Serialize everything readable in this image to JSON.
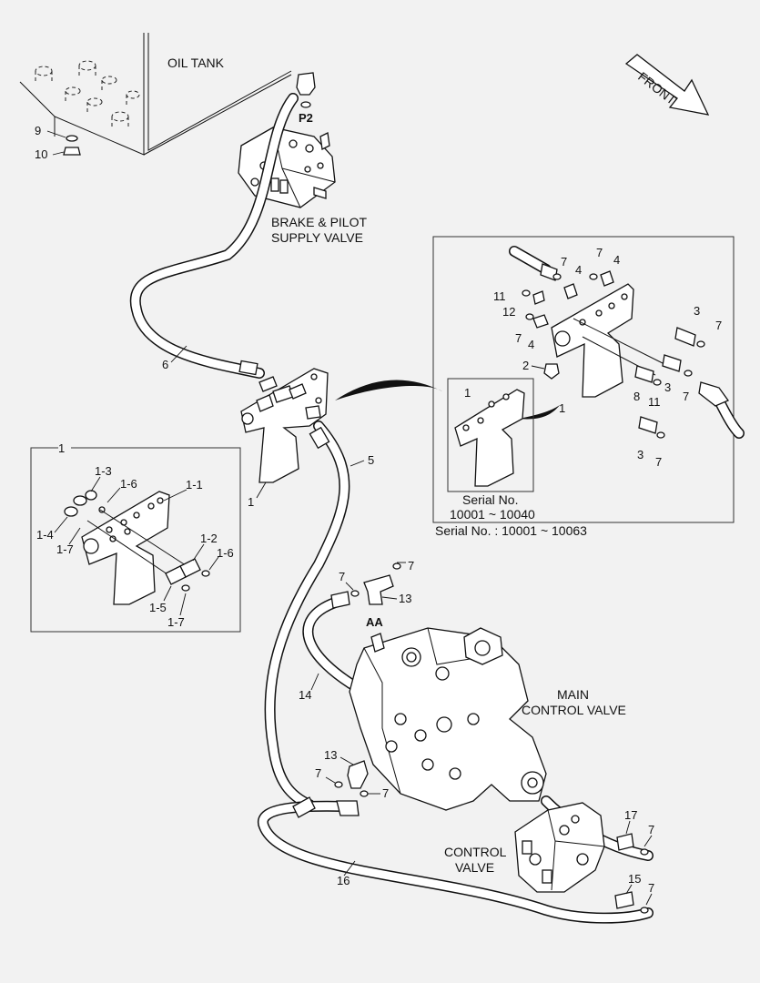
{
  "captions": {
    "oil_tank": "OIL TANK",
    "brake_pilot_1": "BRAKE & PILOT",
    "brake_pilot_2": "SUPPLY VALVE",
    "main_control_1": "MAIN",
    "main_control_2": "CONTROL VALVE",
    "control_1": "CONTROL",
    "control_2": "VALVE",
    "front": "FRONT",
    "serial_inset_1": "Serial No.",
    "serial_inset_2": "10001 ~ 10040",
    "serial_range": "Serial No. : 10001 ~ 10063",
    "port_p2": "P2",
    "port_aa": "AA"
  },
  "callouts": {
    "c9": "9",
    "c10": "10",
    "c6": "6",
    "c1_main": "1",
    "c5": "5",
    "c1_inset_head": "1",
    "c1_3": "1-3",
    "c1_6a": "1-6",
    "c1_1": "1-1",
    "c1_4": "1-4",
    "c1_7a": "1-7",
    "c1_2": "1-2",
    "c1_6b": "1-6",
    "c1_5": "1-5",
    "c1_7b": "1-7",
    "r7a": "7",
    "r7b": "7",
    "r4a": "4",
    "r4b": "4",
    "r11a": "11",
    "r12": "12",
    "r7c": "7",
    "r4c": "4",
    "r3a": "3",
    "r7d": "7",
    "r2": "2",
    "r8": "8",
    "r11b": "11",
    "r3b": "3",
    "r7e": "7",
    "r1a": "1",
    "r1b": "1",
    "r3c": "3",
    "r7f": "7",
    "m7a": "7",
    "m7b": "7",
    "m13a": "13",
    "m14": "14",
    "m13b": "13",
    "m7c": "7",
    "m7d": "7",
    "m16": "16",
    "m17": "17",
    "m7e": "7",
    "m15": "15",
    "m7f": "7"
  }
}
